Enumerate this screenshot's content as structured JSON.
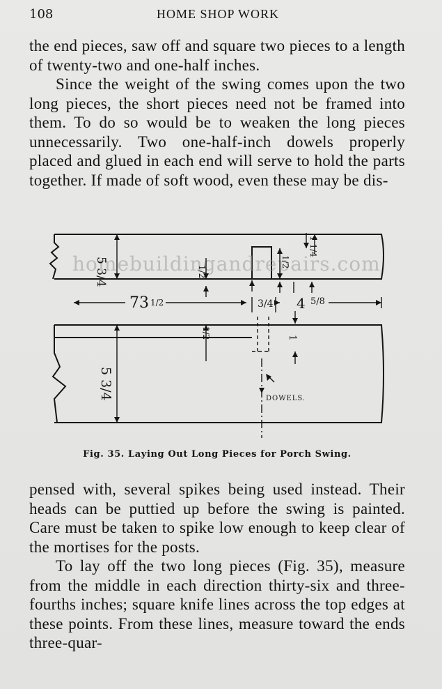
{
  "header": {
    "page_number": "108",
    "running_title": "HOME SHOP WORK"
  },
  "paragraphs_top": [
    "the end pieces, saw off and square two pieces to a length of twenty-two and one-half inches.",
    "Since the weight of the swing comes upon the two long pieces, the short pieces need not be framed into them.  To do so would be to weaken the long pieces unnecessarily.  Two one-half-inch dowels properly placed and glued in each end will serve to hold the parts together. If made of soft wood, even these may be dis-"
  ],
  "figure": {
    "watermark": "homebuildingandrepairs.com",
    "dims": {
      "height_top": "5 3/4",
      "height_bottom": "5 3/4",
      "half_mid_top": "1/2",
      "half_right_top": "1/2",
      "quarter_top": "1 1/4",
      "len_73": "73",
      "len_73_frac": "1/2",
      "len_mid": "3/4",
      "len_right": "4",
      "len_right_frac": "5/8",
      "half_bottom": "1/2",
      "one_bottom": "1"
    },
    "dowels_label": "DOWELS."
  },
  "caption": "Fig. 35.  Laying Out Long Pieces for Porch Swing.",
  "paragraphs_bottom": [
    "pensed with, several spikes being used instead. Their heads can be puttied up before the swing is painted.  Care must be taken to spike low enough to keep clear of the mortises for the posts.",
    "To lay off the two long pieces (Fig. 35), measure from the middle in each direction thirty-six and three-fourths inches; square knife lines across the top edges at these points.  From these lines, measure toward the ends three-quar-"
  ]
}
